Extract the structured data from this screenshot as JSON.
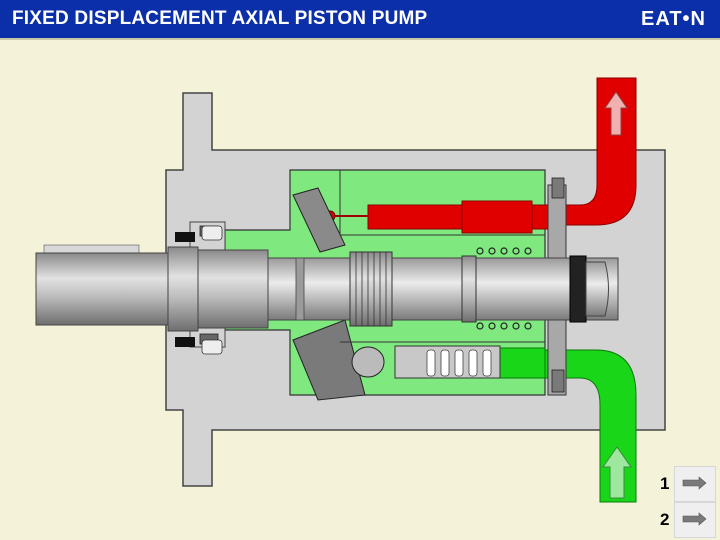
{
  "header": {
    "title": "FIXED DISPLACEMENT AXIAL PISTON PUMP",
    "logo_text": "EAT•N"
  },
  "steps": [
    {
      "label": "1"
    },
    {
      "label": "2"
    }
  ],
  "colors": {
    "header_bg": "#0a2fa8",
    "background": "#f4f2d8",
    "housing": "#d3d3d3",
    "case_fluid": "#7fe87f",
    "pressure_flow": "#e00000",
    "suction_flow": "#19d619",
    "shaft": "#b8b8b8",
    "dark_part": "#808080"
  },
  "icons": {
    "outlet_arrow": "up-arrow-icon",
    "inlet_arrow": "up-arrow-icon",
    "step_buttons": "pointer-icon"
  }
}
